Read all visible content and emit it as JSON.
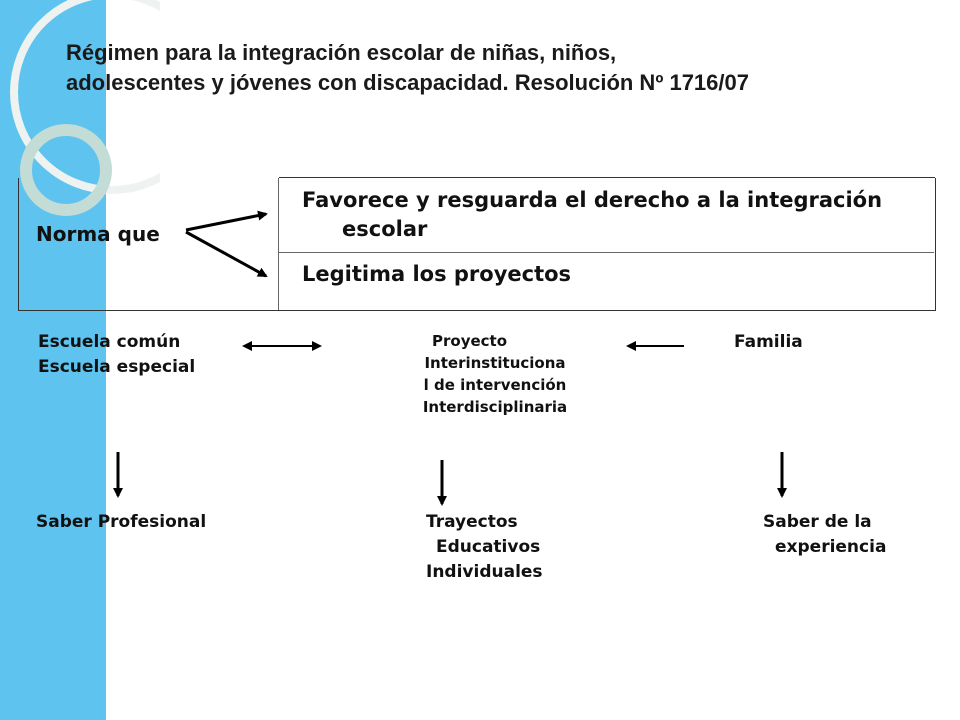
{
  "slide": {
    "title_line1": "Régimen para la integración escolar de niñas, niños,",
    "title_line2": "adolescentes y jóvenes con discapacidad. Resolución Nº 1716/07"
  },
  "table": {
    "left_label": "Norma que",
    "row1_line1": "Favorece y resguarda el derecho a la integración",
    "row1_line2": "escolar",
    "row2": "Legitima los proyectos"
  },
  "actors": {
    "escuela_comun": "Escuela común",
    "escuela_especial": "Escuela especial",
    "proyecto_l1": "Proyecto",
    "proyecto_l2": "Interinstituciona",
    "proyecto_l3": "l de intervención",
    "proyecto_l4": "Interdisciplinaria",
    "familia": "Familia"
  },
  "outcomes": {
    "saber_profesional": "Saber Profesional",
    "trayectos_l1": "Trayectos",
    "trayectos_l2": "Educativos",
    "trayectos_l3": "Individuales",
    "saber_l1": "Saber de la",
    "saber_l2": "experiencia"
  },
  "colors": {
    "sidebar": "#5ec3ef",
    "text": "#111111"
  }
}
